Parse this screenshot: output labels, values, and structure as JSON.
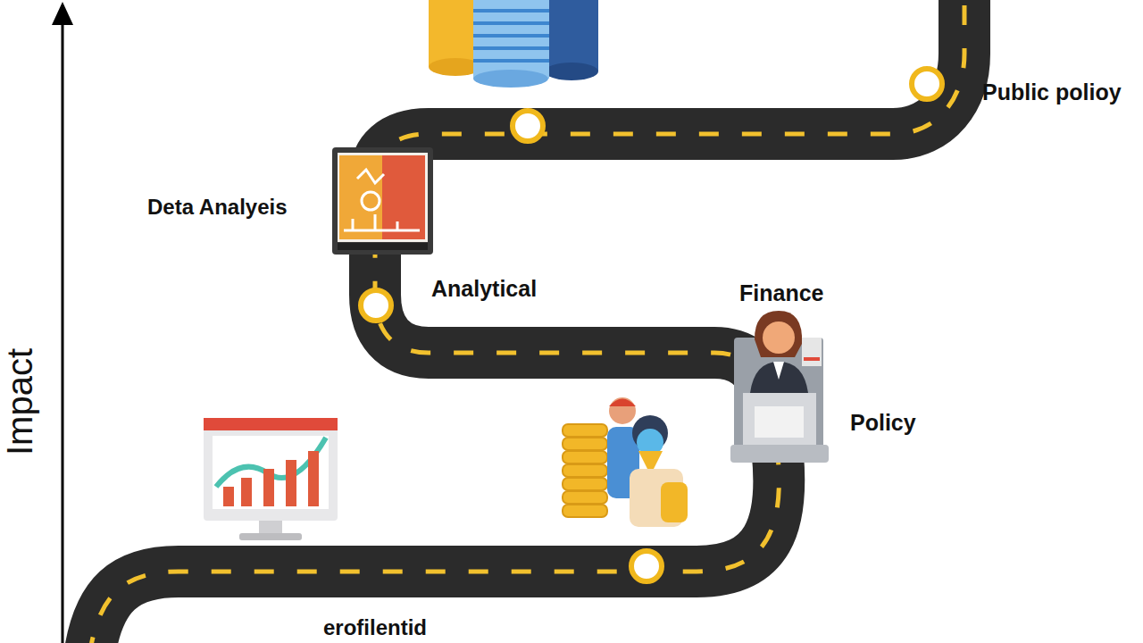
{
  "diagram": {
    "labels": [
      "Public polioy",
      "Deta Analyeis",
      "Analytical",
      "Finance",
      "Policy",
      "Impact",
      "erofilentid"
    ]
  }
}
